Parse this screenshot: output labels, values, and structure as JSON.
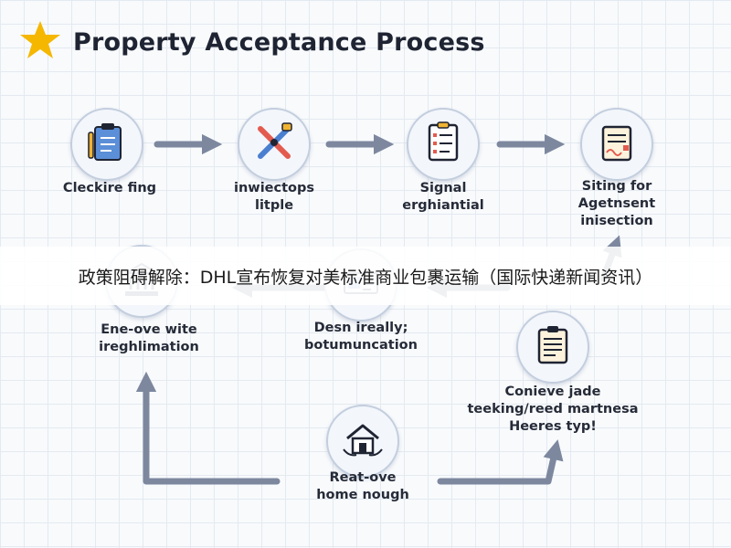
{
  "header": {
    "title": "Property Acceptance Process",
    "icon": "star-icon",
    "star_color": "#f5b700"
  },
  "colors": {
    "arrow": "#7d889f",
    "node_border": "#c3cede",
    "node_fill": "#f3f6fb"
  },
  "nodes": [
    {
      "label": "Cleckire fing",
      "icon": "clipboard-icon"
    },
    {
      "label": "inwiectops\nlitple",
      "icon": "tools-icon"
    },
    {
      "label": "Signal\nerghiantial",
      "icon": "checklist-icon"
    },
    {
      "label": "Siting for\nAgetnsent\ninisection",
      "icon": "signed-document-icon"
    },
    {
      "label": "Conieve jade\nteeking/reed martnesa\nHeeres typ!",
      "icon": "report-clipboard-icon"
    },
    {
      "label": "Desn ireally;\nbotumuncation",
      "icon": "documents-icon"
    },
    {
      "label": "Ene-ove wite\nireghlimation",
      "icon": "building-icon"
    },
    {
      "label": "Reat-ove\nhome nough",
      "icon": "home-handover-icon"
    }
  ],
  "banner": {
    "text": "政策阻碍解除：DHL宣布恢复对美标准商业包裹运输（国际快递新闻资讯）"
  }
}
